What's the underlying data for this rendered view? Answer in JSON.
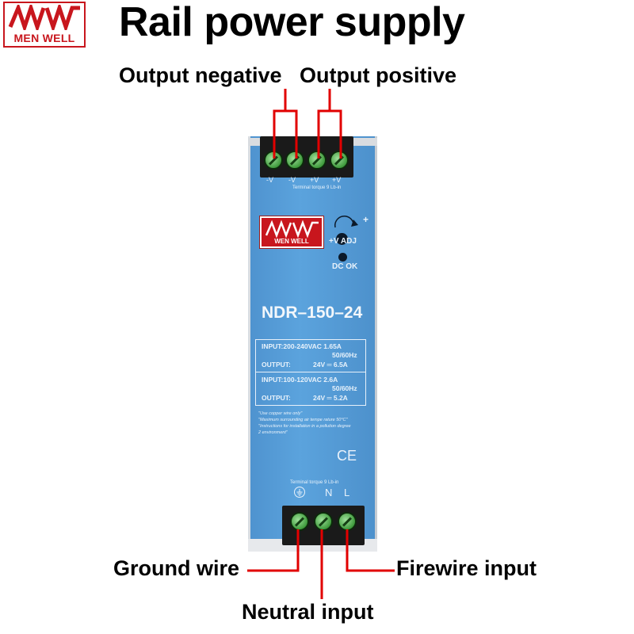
{
  "header": {
    "logo_text": "MEN WELL",
    "title": "Rail power supply"
  },
  "callouts": {
    "output_negative": "Output negative",
    "output_positive": "Output positive",
    "ground_wire": "Ground wire",
    "firewire_input": "Firewire input",
    "neutral_input": "Neutral input"
  },
  "device": {
    "terminal_labels_top": [
      "-V",
      "-V",
      "+V",
      "+V"
    ],
    "terminal_torque": "Terminal torque 9 Lb-in",
    "brand_logo_text": "WEN  WELL",
    "adj_label": "+V ADJ",
    "plus_sign": "+",
    "dc_ok_label": "DC OK",
    "model": "NDR–150–24",
    "spec": {
      "input1": "INPUT:200-240VAC  1.65A",
      "freq1": "50/60Hz",
      "output1_label": "OUTPUT:",
      "output1_value": "24V  ═  6.5A",
      "input2": "INPUT:100-120VAC  2.6A",
      "freq2": "50/60Hz",
      "output2_label": "OUTPUT:",
      "output2_value": "24V  ═  5.2A"
    },
    "notes": [
      "\"Use copper wire only\"",
      "\"Maximum surrounding air tempe rature 50°C\"",
      "\"Instructions for installation in a pollution degree",
      "2 environment\""
    ],
    "ce_mark": "CE",
    "bottom_terminal_torque": "Terminal torque 9 Lb-in",
    "input_labels": [
      "N",
      "L"
    ]
  },
  "colors": {
    "device_blue": "#5ba3dd",
    "callout_line": "#e10000",
    "brand_red": "#c8161d",
    "terminal_green": "#3f9a3c"
  },
  "icons": [
    "menwell-logo",
    "screw-terminal-icon",
    "ground-symbol-icon",
    "ce-mark-icon"
  ]
}
